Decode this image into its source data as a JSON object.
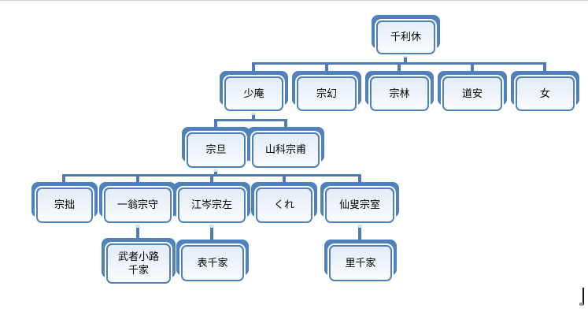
{
  "diagram": {
    "type": "org-chart",
    "description": "Family tree of tea master Sen no Rikyu and the San-Senke tea schools",
    "nodes": {
      "rikyu": {
        "label": "千利休"
      },
      "shoan": {
        "label": "少庵"
      },
      "sogen": {
        "label": "宗幻"
      },
      "sorin": {
        "label": "宗林"
      },
      "doan": {
        "label": "道安"
      },
      "onna": {
        "label": "女"
      },
      "sotan": {
        "label": "宗旦"
      },
      "yamashina": {
        "label": "山科宗甫"
      },
      "sosetsu": {
        "label": "宗拙"
      },
      "ichio": {
        "label": "一翁宗守"
      },
      "koshin": {
        "label": "江岑宗左"
      },
      "kure": {
        "label": "くれ"
      },
      "senso": {
        "label": "仙叟宗室"
      },
      "mushakoji": {
        "label": "武者小路\n千家"
      },
      "omote": {
        "label": "表千家"
      },
      "ura": {
        "label": "里千家"
      }
    },
    "edges": [
      [
        "rikyu",
        "shoan"
      ],
      [
        "rikyu",
        "sogen"
      ],
      [
        "rikyu",
        "sorin"
      ],
      [
        "rikyu",
        "doan"
      ],
      [
        "rikyu",
        "onna"
      ],
      [
        "shoan",
        "sotan"
      ],
      [
        "shoan",
        "yamashina"
      ],
      [
        "sotan",
        "sosetsu"
      ],
      [
        "sotan",
        "ichio"
      ],
      [
        "sotan",
        "koshin"
      ],
      [
        "sotan",
        "kure"
      ],
      [
        "sotan",
        "senso"
      ],
      [
        "ichio",
        "mushakoji"
      ],
      [
        "koshin",
        "omote"
      ],
      [
        "senso",
        "ura"
      ]
    ],
    "colors": {
      "backing": "#4f81bd",
      "node_border": "#4f81bd",
      "node_fill_top": "#e4ecf6",
      "node_fill_bottom": "#f9fbfe",
      "connector": "#4f7db3",
      "background": "#ffffff"
    }
  }
}
